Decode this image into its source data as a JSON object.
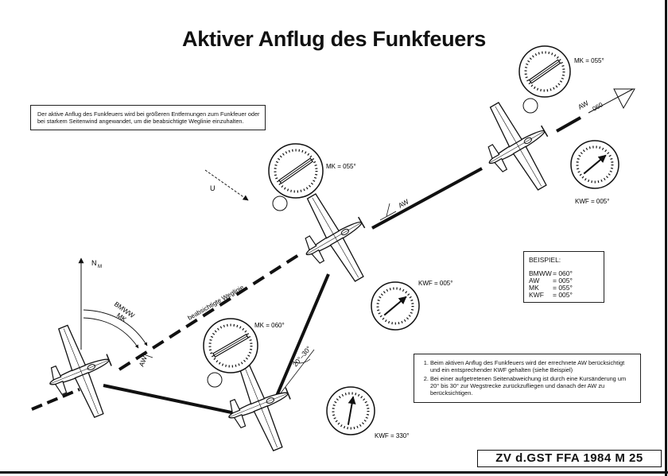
{
  "title": "Aktiver Anflug des Funkfeuers",
  "intro_text": "Der aktive Anflug des Funkfeuers wird bei größeren Entfernungen zum Funkfeuer oder bei starkem Seitenwind angewandet, um die beabsichtigte Weglinie einzuhalten.",
  "labels": {
    "mk_055_top": "MK = 055°",
    "mk_055_mid": "MK = 055°",
    "mk_060": "MK = 060°",
    "kwf_005_right": "KWF = 005°",
    "kwf_005_mid": "KWF = 005°",
    "kwf_330": "KWF = 330°",
    "aw_1": "AW",
    "aw_2": "AW",
    "aw_3": "AW",
    "course_060": "060",
    "wind": "U",
    "north": "N",
    "north_sub": "M",
    "bmww": "BMWW",
    "mk_arc": "MK",
    "intended_track": "beabsichtigte Weglinie",
    "angle": "20°–30°"
  },
  "example": {
    "heading": "BEISPIEL:",
    "rows": [
      {
        "key": "BMWW",
        "value": "= 060°"
      },
      {
        "key": "AW",
        "value": "= 005°"
      },
      {
        "key": "MK",
        "value": "= 055°"
      },
      {
        "key": "KWF",
        "value": "= 005°"
      }
    ]
  },
  "notes": [
    "Beim aktiven Anflug des Funkfeuers wird der errechnete AW berücksichtigt und ein entsprechender KWF gehalten (siehe Beispiel)",
    "Bei einer aufgetretenen Seitenabweichung ist durch eine Kursänderung um 20° bis 30° zur Wegstrecke zurückzufliegen und danach der AW zu berücksichtigen."
  ],
  "reference": "ZV d.GST FFA 1984 M 25",
  "instruments": [
    {
      "name": "compass-mk-top",
      "kind": "compass",
      "heading": 55
    },
    {
      "name": "compass-mk-mid",
      "kind": "compass",
      "heading": 55
    },
    {
      "name": "compass-mk-low",
      "kind": "compass",
      "heading": 60
    },
    {
      "name": "rmi-kwf-right",
      "kind": "rmi",
      "needle": 5
    },
    {
      "name": "rmi-kwf-mid",
      "kind": "rmi",
      "needle": 5
    },
    {
      "name": "rmi-kwf-low",
      "kind": "rmi",
      "needle": 330
    }
  ]
}
